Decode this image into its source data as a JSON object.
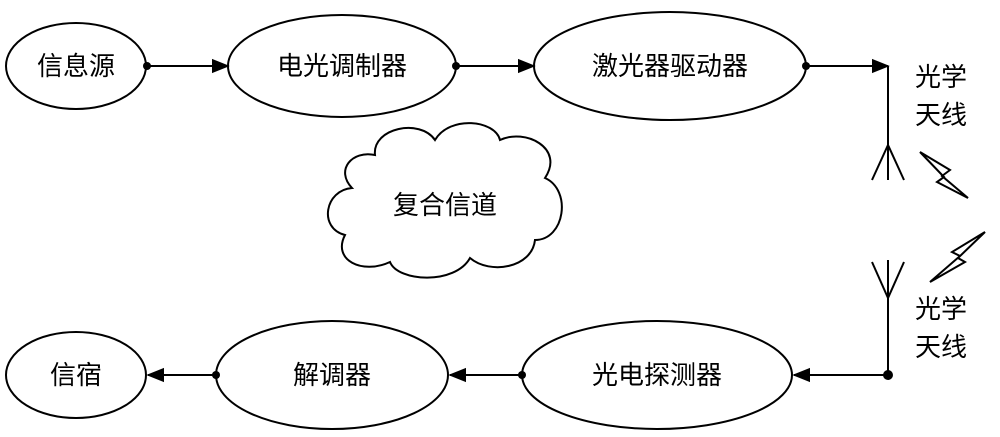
{
  "diagram": {
    "nodes": {
      "source": "信息源",
      "eo_modulator": "电光调制器",
      "laser_driver": "激光器驱动器",
      "sink": "信宿",
      "demodulator": "解调器",
      "photodetector": "光电探测器"
    },
    "channel": "复合信道",
    "antenna_tx": [
      "光学",
      "天线"
    ],
    "antenna_rx": [
      "光学",
      "天线"
    ]
  },
  "colors": {
    "stroke": "#000000",
    "background": "#ffffff"
  },
  "icons": [
    "antenna-icon",
    "lightning-icon",
    "cloud-icon"
  ]
}
